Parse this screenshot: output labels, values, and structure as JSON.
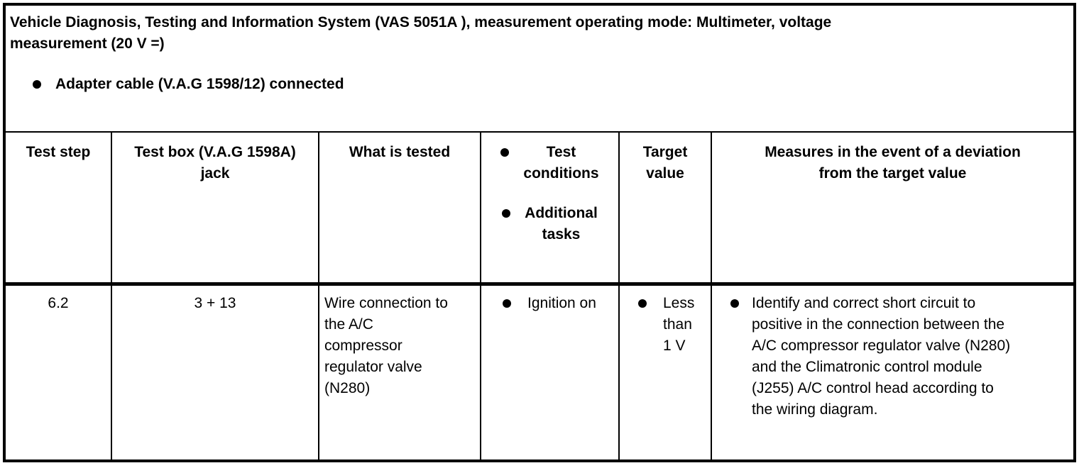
{
  "intro": {
    "title": "Vehicle Diagnosis, Testing and Information System (VAS 5051A ), measurement operating mode: Multimeter, voltage\nmeasurement (20 V =)",
    "bullet": "Adapter cable (V.A.G 1598/12) connected"
  },
  "table": {
    "headers": {
      "test_step": "Test step",
      "test_box": "Test box (V.A.G 1598A)\njack",
      "what_is_tested": "What is tested",
      "conditions_bullets": [
        "Test\nconditions",
        "Additional\ntasks"
      ],
      "target_value": "Target\nvalue",
      "measures": "Measures in the event of a deviation\nfrom the target value"
    },
    "rows": [
      {
        "test_step": "6.2",
        "test_box": "3 + 13",
        "what_is_tested": "Wire connection to\nthe A/C\ncompressor\nregulator valve\n(N280)",
        "test_conditions": [
          "Ignition on"
        ],
        "target_value": [
          "Less\nthan\n1 V"
        ],
        "measures": [
          "Identify and correct short circuit to\npositive in the connection between the\nA/C compressor regulator valve (N280)\nand the Climatronic control module\n(J255) A/C control head according to\nthe wiring diagram."
        ]
      }
    ]
  }
}
